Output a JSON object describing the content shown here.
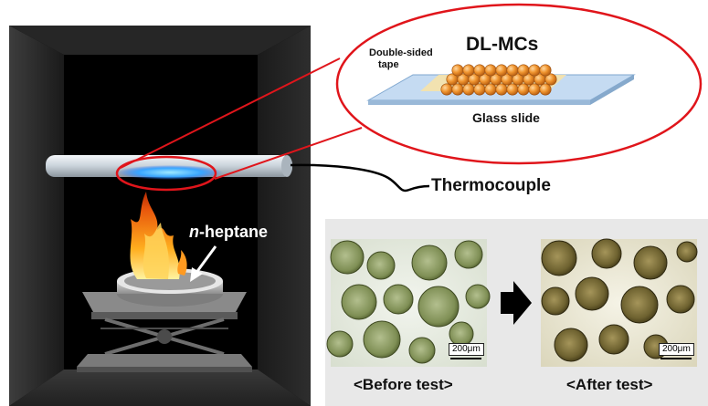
{
  "diagram": {
    "inset_title": "DL-MCs",
    "tape_label_line1": "Double-sided",
    "tape_label_line2": "tape",
    "slide_label": "Glass slide",
    "thermocouple_label": "Thermocouple",
    "fuel_label_italic": "n",
    "fuel_label_rest": "-heptane"
  },
  "micrographs": {
    "before_caption": "<Before test>",
    "after_caption": "<After test>",
    "scale_before": "200μm",
    "scale_after": "200μm"
  },
  "colors": {
    "highlight_red": "#e0151b",
    "chamber_dark": "#0e0e0e",
    "microcapsule_orange": "#e88a2a",
    "micrograph_panel": "#e8e8e8"
  }
}
